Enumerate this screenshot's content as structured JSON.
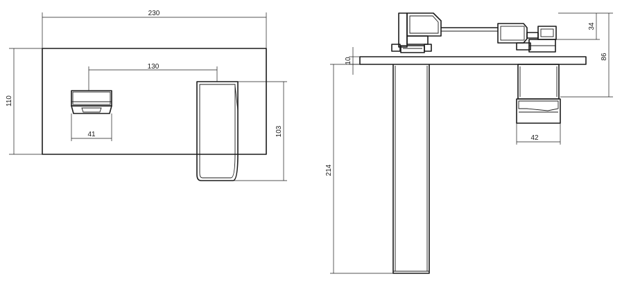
{
  "dimensions": {
    "plate_width": "230",
    "plate_height": "110",
    "spout_to_handle": "130",
    "handle_width": "41",
    "spout_height": "103",
    "side_top_height": "34",
    "side_overall_height": "86",
    "plate_thickness": "10",
    "side_spout_drop": "214",
    "side_handle_width": "42"
  }
}
